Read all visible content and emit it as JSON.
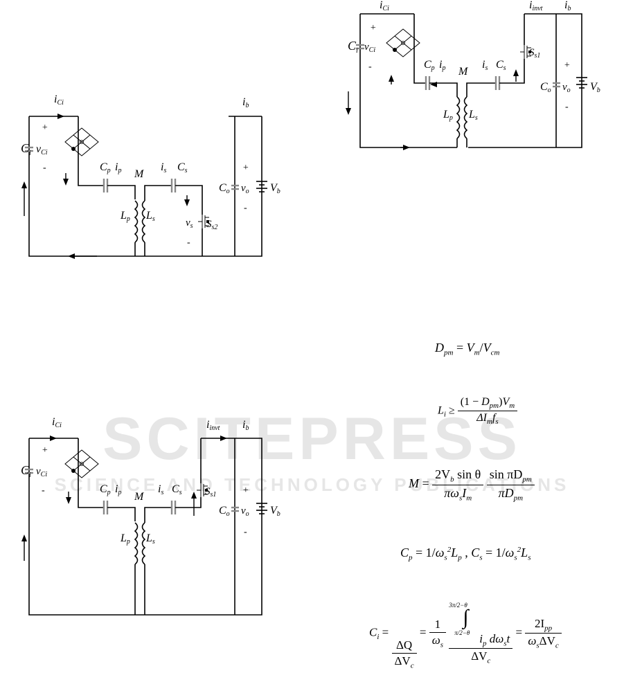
{
  "watermark": {
    "word": "SCITEPRESS",
    "tagline": "SCIENCE AND TECHNOLOGY PUBLICATIONS"
  },
  "circuit_labels": {
    "ici": "i",
    "ici_sub": "Ci",
    "ci": "C",
    "ci_sub": "i",
    "vci": "v",
    "vci_sub": "Ci",
    "cp": "C",
    "cp_sub": "p",
    "ip": "i",
    "ip_sub": "p",
    "m": "M",
    "is": "i",
    "is_sub": "s",
    "cs": "C",
    "cs_sub": "s",
    "lp": "L",
    "lp_sub": "p",
    "ls": "L",
    "ls_sub": "s",
    "vs": "v",
    "vs_sub": "s",
    "s2": "S",
    "s2_sub": "s2",
    "s1": "S",
    "s1_sub": "s1",
    "ib": "i",
    "ib_sub": "b",
    "iinv": "i",
    "iinv_sub": "invt",
    "co": "C",
    "co_sub": "o",
    "vo": "v",
    "vo_sub": "o",
    "vb": "V",
    "vb_sub": "b",
    "plus": "+",
    "minus": "-"
  },
  "equations": {
    "dpm": {
      "lhs": "D",
      "lhs_sub": "pm",
      "eq": "=",
      "a": "V",
      "a_sub": "m",
      "slash": "/",
      "b": "V",
      "b_sub": "cm"
    },
    "li": {
      "lhs": "L",
      "lhs_sub": "i",
      "ge": "≥",
      "num_open": "(1 − ",
      "num_d": "D",
      "num_d_sub": "pm",
      "num_close": ")",
      "num_v": "V",
      "num_v_sub": "m",
      "den_di": "ΔI",
      "den_di_sub": "m",
      "den_f": "f",
      "den_f_sub": "s"
    },
    "m": {
      "lhs": "M",
      "eq": "=",
      "n1": "2V",
      "n1_sub": "b",
      "n1_rest": " sin θ",
      "d1": "πω",
      "d1_sub": "s",
      "d1_rest": "I",
      "d1_rest_sub": "m",
      "n2": "sin πD",
      "n2_sub": "pm",
      "d2": "πD",
      "d2_sub": "pm"
    },
    "cpcs": {
      "cp": "C",
      "cp_sub": "p",
      "eq1": " = 1",
      "sl1": "/",
      "w1": "ω",
      "w1_sub": "s",
      "w1_sup": "2",
      "l1": "L",
      "l1_sub": "p",
      "sep": " ,  ",
      "cs": "C",
      "cs_sub": "s",
      "eq2": " = 1",
      "sl2": "/",
      "w2": "ω",
      "w2_sub": "s",
      "w2_sup": "2",
      "l2": "L",
      "l2_sub": "s"
    },
    "ci": {
      "lhs": "C",
      "lhs_sub": "i",
      "eq1": "=",
      "f1_num": "ΔQ",
      "f1_den": "ΔV",
      "f1_den_sub": "c",
      "eq2": "=",
      "f2_num": "1",
      "f2_den": "ω",
      "f2_den_sub": "s",
      "int_upper": "3π/2−θ",
      "int_lower": "π/2−θ",
      "integrand": "i",
      "integrand_sub": "p",
      "integrand_rest": "dω",
      "integrand_rest_sub": "s",
      "integrand_t": "t",
      "f3_den": "ΔV",
      "f3_den_sub": "c",
      "eq3": "=",
      "f4_num": "2I",
      "f4_num_sub": "pp",
      "f4_den": "ω",
      "f4_den_sub": "s",
      "f4_den_rest": "ΔV",
      "f4_den_rest_sub": "c"
    }
  }
}
